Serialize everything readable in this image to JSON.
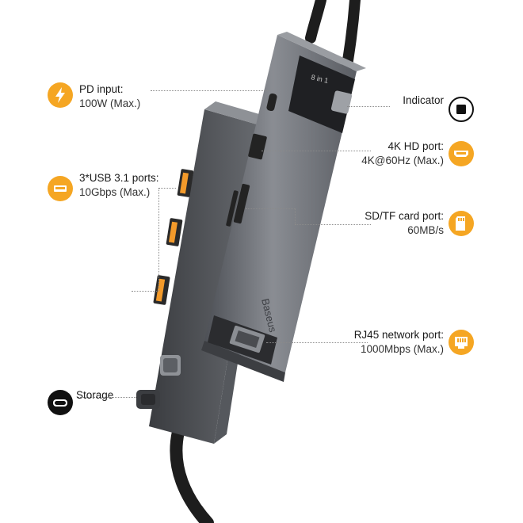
{
  "callouts": {
    "pd": {
      "title": "PD input:",
      "sub": "100W (Max.)",
      "icon": "lightning-icon"
    },
    "usb": {
      "title": "3*USB 3.1 ports:",
      "sub": "10Gbps (Max.)",
      "icon": "usb-port-icon"
    },
    "storage": {
      "title": "Storage",
      "icon": "storage-icon"
    },
    "indicator": {
      "title": "Indicator",
      "icon": "indicator-icon"
    },
    "hdmi": {
      "title": "4K HD port:",
      "sub": "4K@60Hz (Max.)",
      "icon": "hdmi-icon"
    },
    "sdtf": {
      "title": "SD/TF card port:",
      "sub": "60MB/s",
      "icon": "sd-card-icon"
    },
    "rj45": {
      "title": "RJ45 network port:",
      "sub": "1000Mbps (Max.)",
      "icon": "ethernet-icon"
    }
  },
  "product": {
    "brand": "Baseus",
    "badge": "8 in 1"
  },
  "colors": {
    "accent": "#f5a623",
    "body": "#6f7278",
    "dark": "#1b1b1b"
  }
}
